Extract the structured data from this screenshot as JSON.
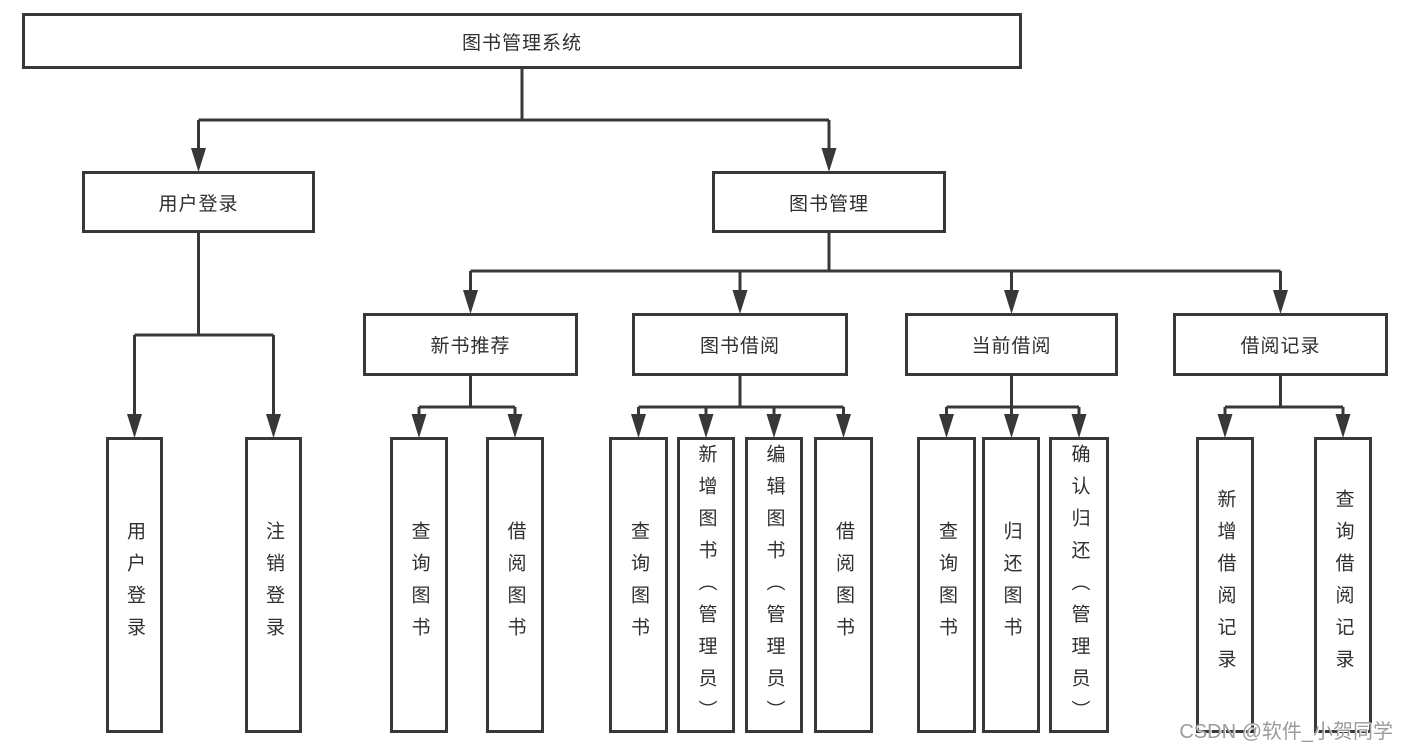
{
  "tree": {
    "label": "图书管理系统",
    "children": [
      {
        "label": "用户登录",
        "children": [
          {
            "label": "用户登录"
          },
          {
            "label": "注销登录"
          }
        ]
      },
      {
        "label": "图书管理",
        "children": [
          {
            "label": "新书推荐",
            "children": [
              {
                "label": "查询图书"
              },
              {
                "label": "借阅图书"
              }
            ]
          },
          {
            "label": "图书借阅",
            "children": [
              {
                "label": "查询图书"
              },
              {
                "label": "新增图书（管理员）"
              },
              {
                "label": "编辑图书（管理员）"
              },
              {
                "label": "借阅图书"
              }
            ]
          },
          {
            "label": "当前借阅",
            "children": [
              {
                "label": "查询图书"
              },
              {
                "label": "归还图书"
              },
              {
                "label": "确认归还（管理员）"
              }
            ]
          },
          {
            "label": "借阅记录",
            "children": [
              {
                "label": "新增借阅记录"
              },
              {
                "label": "查询借阅记录"
              }
            ]
          }
        ]
      }
    ]
  },
  "watermark": "CSDN @软件_小贺同学",
  "colors": {
    "line": "#383838",
    "box_border": "#383838",
    "text": "#2f2f2f",
    "watermark": "#9b9b9b",
    "background": "#ffffff"
  }
}
